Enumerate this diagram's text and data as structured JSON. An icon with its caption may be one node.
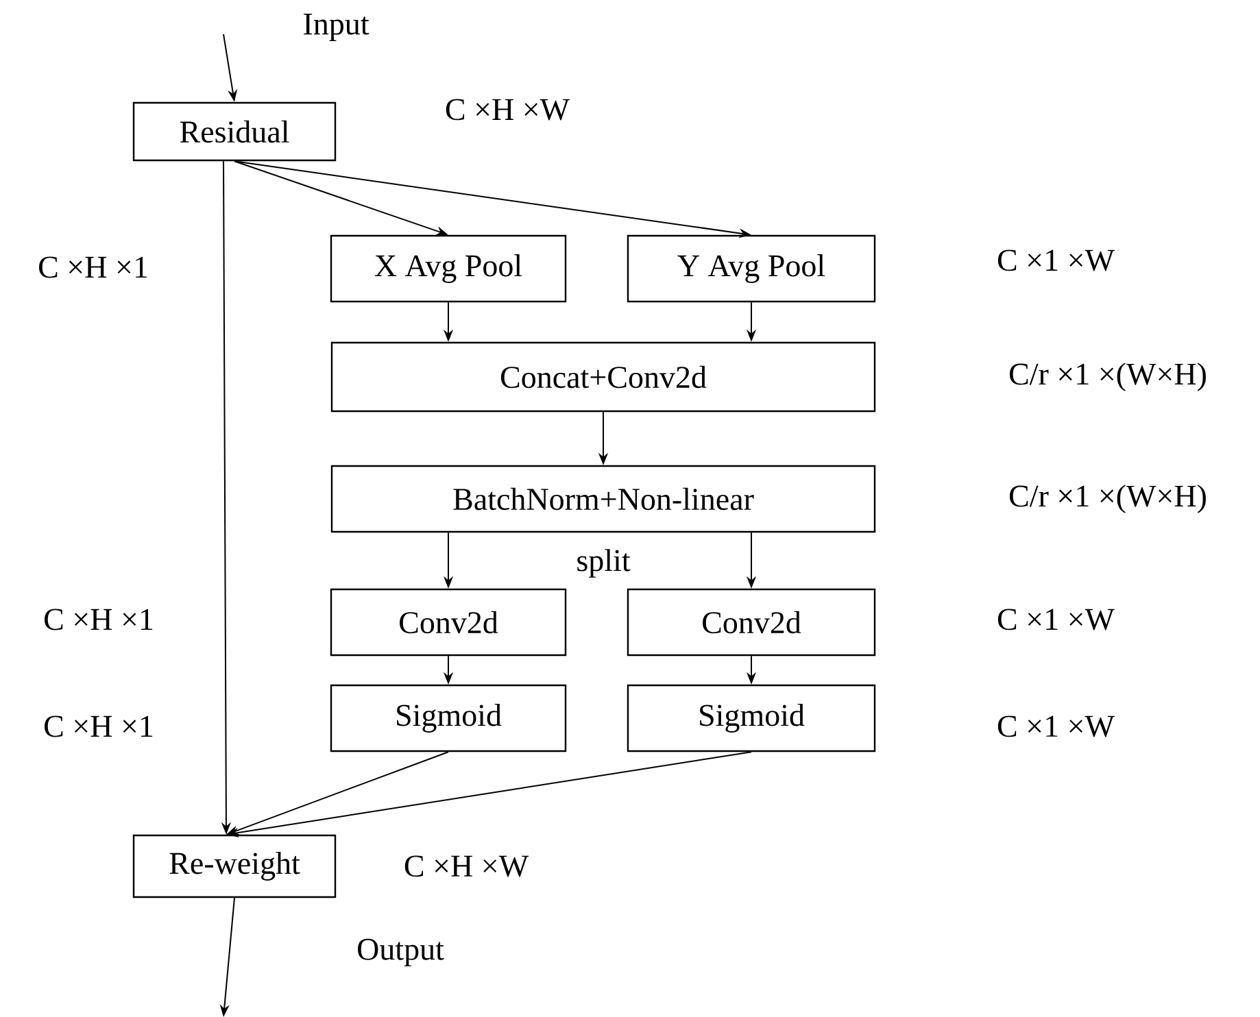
{
  "diagram": {
    "nodes": [
      {
        "text": [
          "Residual"
        ]
      },
      {
        "text": [
          "X Avg Pool"
        ]
      },
      {
        "text": [
          "Y Avg Pool"
        ]
      },
      {
        "text": [
          "Concat+Conv2d"
        ]
      },
      {
        "text": [
          "BatchNorm+Non-linear"
        ]
      },
      {
        "text": [
          "Conv2d"
        ]
      },
      {
        "text": [
          "Conv2d"
        ]
      },
      {
        "text": [
          "Sigmoid"
        ]
      },
      {
        "text": [
          "Sigmoid"
        ]
      },
      {
        "text": [
          "Re-weight"
        ]
      }
    ],
    "edges": [
      {
        "from": null,
        "to": 0,
        "arrow": "to"
      },
      {
        "from": 0,
        "to": 1,
        "arrow": "to"
      },
      {
        "from": 0,
        "to": 2,
        "arrow": "to"
      },
      {
        "from": 0,
        "to": 9,
        "arrow": "to"
      },
      {
        "from": 1,
        "to": 3,
        "arrow": "to"
      },
      {
        "from": 2,
        "to": 3,
        "arrow": "to"
      },
      {
        "from": 3,
        "to": 4,
        "arrow": "to"
      },
      {
        "from": 4,
        "to": 5,
        "arrow": "to"
      },
      {
        "from": 4,
        "to": 6,
        "arrow": "to"
      },
      {
        "from": 5,
        "to": 7,
        "arrow": "to"
      },
      {
        "from": 6,
        "to": 8,
        "arrow": "to"
      },
      {
        "from": 7,
        "to": 9,
        "arrow": "to"
      },
      {
        "from": 8,
        "to": 9,
        "arrow": "to"
      },
      {
        "from": 9,
        "to": null,
        "arrow": "to"
      }
    ],
    "labels": [
      "Input",
      "C ×H ×W",
      "C ×H ×1",
      "C ×1 ×W",
      "C/r ×1 ×(W×H)",
      "C/r ×1 ×(W×H)",
      "split",
      "C ×H ×1",
      "C ×1 ×W",
      "C ×H ×1",
      "C ×1 ×W",
      "C ×H ×W",
      "Output"
    ]
  }
}
